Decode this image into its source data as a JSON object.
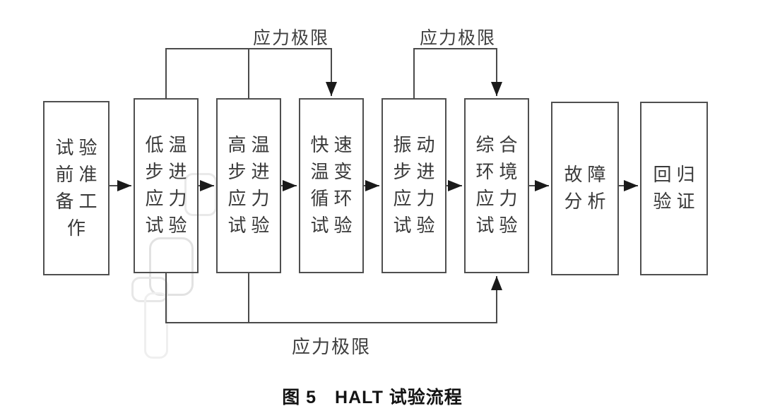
{
  "figure": {
    "number": "图 5",
    "title": "HALT 试验流程"
  },
  "annotations": {
    "top_left_limit": "应力极限",
    "top_right_limit": "应力极限",
    "bottom_limit": "应力极限"
  },
  "nodes": [
    {
      "name": "test-preparation",
      "label": "试验\n前准\n备工\n作"
    },
    {
      "name": "low-temp-step-stress",
      "label": "低温\n步进\n应力\n试验"
    },
    {
      "name": "high-temp-step-stress",
      "label": "高温\n步进\n应力\n试验"
    },
    {
      "name": "rapid-temp-cycle",
      "label": "快速\n温变\n循环\n试验"
    },
    {
      "name": "vibration-step-stress",
      "label": "振动\n步进\n应力\n试验"
    },
    {
      "name": "combined-env-stress",
      "label": "综合\n环境\n应力\n试验"
    },
    {
      "name": "failure-analysis",
      "label": "故障\n分析"
    },
    {
      "name": "regression-verification",
      "label": "回归\n验证"
    }
  ],
  "flow": {
    "sequence": [
      "试验前准备工作",
      "低温步进应力试验",
      "高温步进应力试验",
      "快速温变循环试验",
      "振动步进应力试验",
      "综合环境应力试验",
      "故障分析",
      "回归验证"
    ],
    "feedback_edges": [
      {
        "from": [
          "低温步进应力试验",
          "高温步进应力试验"
        ],
        "to": "快速温变循环试验",
        "label": "应力极限",
        "route": "top"
      },
      {
        "from": [
          "振动步进应力试验"
        ],
        "to": "综合环境应力试验",
        "label": "应力极限",
        "route": "top"
      },
      {
        "from": [
          "低温步进应力试验",
          "高温步进应力试验"
        ],
        "to": "综合环境应力试验",
        "label": "应力极限",
        "route": "bottom"
      }
    ]
  },
  "colors": {
    "background": "#ffffff",
    "line": "#4a4a4a",
    "arrowhead": "#1a1a1a",
    "box_border": "#4f4f4f",
    "text": "#3a3a3a",
    "caption": "#141414",
    "watermark": "#e2e2e2"
  }
}
